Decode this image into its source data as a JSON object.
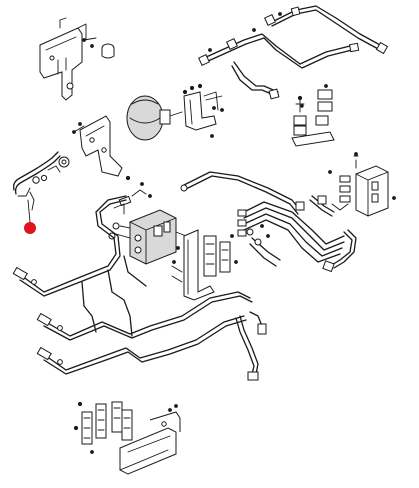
{
  "diagram": {
    "background_color": "#ffffff",
    "line_color": "#1a1a1a",
    "highlight": {
      "shape": "filled-circle",
      "color": "#e0141e"
    },
    "parts": [
      "mounting-bracket-top-left",
      "accumulator",
      "valve-bracket",
      "hydraulic-control-valve",
      "solenoid-valve-block",
      "pipe-bundle-top-right",
      "pipe-harness-main",
      "clamp-brackets-center",
      "clamp-set-bottom",
      "support-bracket-bottom"
    ]
  }
}
